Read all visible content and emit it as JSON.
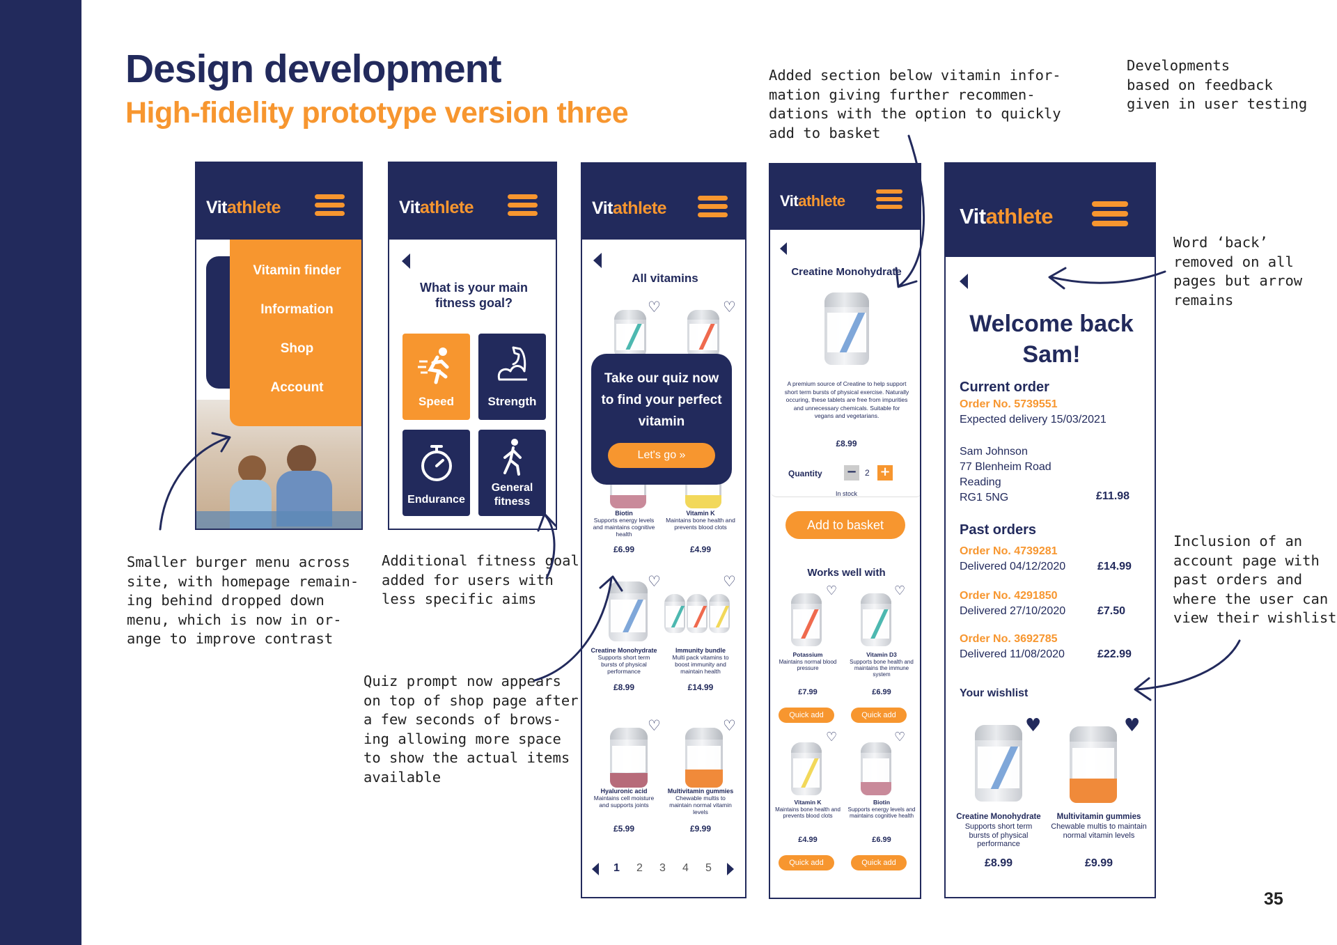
{
  "page": {
    "title": "Design development",
    "subtitle": "High-fidelity prototype version three",
    "page_number": "35"
  },
  "colors": {
    "navy": "#222a5c",
    "orange": "#f7962f"
  },
  "notes": {
    "burger": "Smaller burger menu across\nsite, with homepage remain-\ning behind dropped down\nmenu, which is now in or-\nange to improve contrast",
    "goal": "Additional fitness goal\nadded for users with\nless specific aims",
    "quiz": "Quiz prompt now appears\non top of shop page after\na few seconds of brows-\ning allowing more space\nto show the actual items\navailable",
    "section": "Added section below vitamin infor-\nmation giving further recommen-\ndations with the option to quickly\nadd to basket",
    "feedback": "Developments\nbased on feedback\ngiven in user testing",
    "back": "Word ‘back’\nremoved on all\npages but arrow\nremains",
    "account": "Inclusion of an\naccount page with\npast orders and\nwhere the user can\nview their wishlist"
  },
  "logo": {
    "part1": "Vit",
    "part2": "athlete"
  },
  "phone1": {
    "menu": [
      "Vitamin finder",
      "Information",
      "Shop",
      "Account"
    ]
  },
  "phone2": {
    "question": "What is your main fitness goal?",
    "goals": [
      "Speed",
      "Strength",
      "Endurance",
      "General fitness"
    ]
  },
  "phone3": {
    "heading": "All vitamins",
    "popup": {
      "text": "Take our quiz now to find your perfect vitamin",
      "button": "Let's go »"
    },
    "products": [
      {
        "name": "Biotin",
        "desc": "Supports energy levels and maintains cognitive health",
        "price": "£6.99"
      },
      {
        "name": "Vitamin K",
        "desc": "Maintains bone health and prevents blood clots",
        "price": "£4.99"
      },
      {
        "name": "Creatine Monohydrate",
        "desc": "Supports short term bursts of physical performance",
        "price": "£8.99"
      },
      {
        "name": "Immunity bundle",
        "desc": "Multi pack vitamins to boost immunity and maintain health",
        "price": "£14.99"
      },
      {
        "name": "Hyaluronic acid",
        "desc": "Maintains cell moisture and supports joints",
        "price": "£5.99"
      },
      {
        "name": "Multivitamin gummies",
        "desc": "Chewable multis to maintain normal vitamin levels",
        "price": "£9.99"
      }
    ],
    "pages": [
      "1",
      "2",
      "3",
      "4",
      "5"
    ]
  },
  "phone4": {
    "product_title": "Creatine Monohydrate",
    "description": "A premium source of Creatine to help support short term bursts of physical exercise. Naturally occuring, these tablets are free from impurities and unnecessary chemicals. Suitable for vegans and vegetarians.",
    "price": "£8.99",
    "quantity_label": "Quantity",
    "quantity": "2",
    "stock": "In stock",
    "add_button": "Add to basket",
    "section_title": "Works well with",
    "quick_add": "Quick add",
    "products": [
      {
        "name": "Potassium",
        "desc": "Maintains normal blood pressure",
        "price": "£7.99"
      },
      {
        "name": "Vitamin D3",
        "desc": "Supports bone health and maintains the immune system",
        "price": "£6.99"
      },
      {
        "name": "Vitamin K",
        "desc": "Maintains bone health and prevents blood clots",
        "price": "£4.99"
      },
      {
        "name": "Biotin",
        "desc": "Supports energy levels and maintains cognitive health",
        "price": "£6.99"
      }
    ]
  },
  "phone5": {
    "welcome": "Welcome back Sam!",
    "current_order_heading": "Current order",
    "current_order_no": "Order No. 5739551",
    "current_delivery": "Expected delivery 15/03/2021",
    "address": [
      "Sam Johnson",
      "77 Blenheim Road",
      "Reading",
      "RG1 5NG"
    ],
    "current_total": "£11.98",
    "past_orders_heading": "Past orders",
    "past_orders": [
      {
        "no": "Order No. 4739281",
        "delivered": "Delivered 04/12/2020",
        "total": "£14.99"
      },
      {
        "no": "Order No. 4291850",
        "delivered": "Delivered 27/10/2020",
        "total": "£7.50"
      },
      {
        "no": "Order No. 3692785",
        "delivered": "Delivered 11/08/2020",
        "total": "£22.99"
      }
    ],
    "wishlist_heading": "Your wishlist",
    "wishlist": [
      {
        "name": "Creatine Monohydrate",
        "desc": "Supports short term bursts of physical performance",
        "price": "£8.99"
      },
      {
        "name": "Multivitamin gummies",
        "desc": "Chewable multis to maintain normal vitamin levels",
        "price": "£9.99"
      }
    ]
  }
}
